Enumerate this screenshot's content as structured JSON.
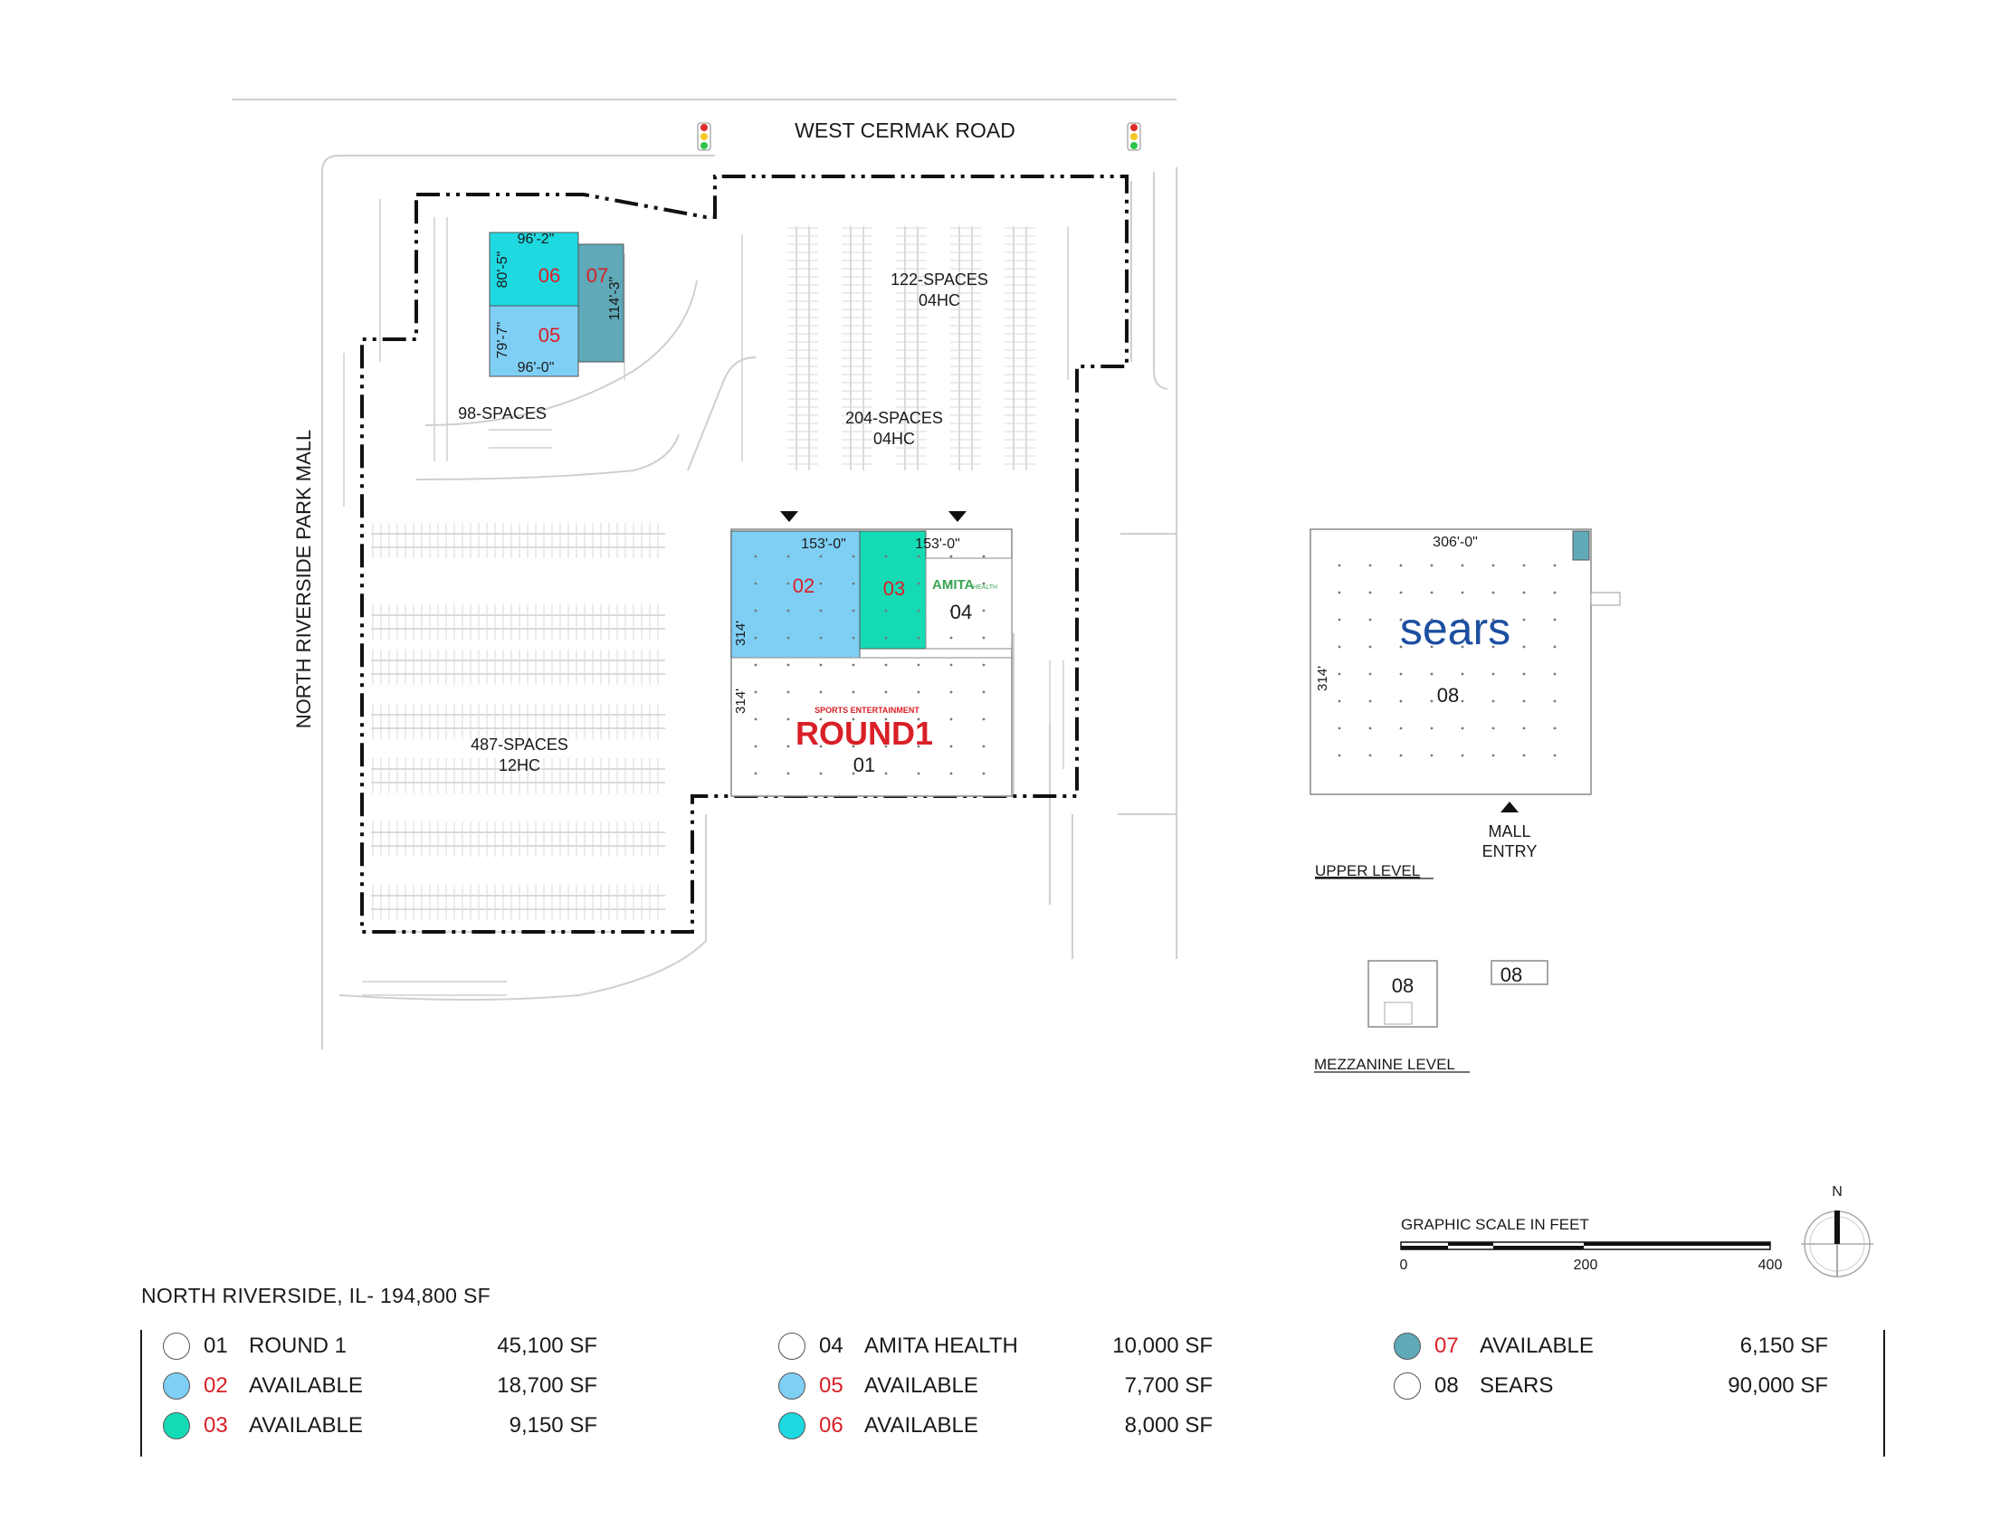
{
  "road": "WEST CERMAK ROAD",
  "mall_label": "NORTH RIVERSIDE PARK MALL",
  "parking": {
    "p98": "98-SPACES",
    "p122": "122-SPACES",
    "p122hc": "04HC",
    "p204": "204-SPACES",
    "p204hc": "04HC",
    "p487": "487-SPACES",
    "p487hc": "12HC"
  },
  "units": {
    "u01": "01",
    "u02": "02",
    "u03": "03",
    "u04": "04",
    "u05": "05",
    "u06": "06",
    "u07": "07",
    "u08": "08"
  },
  "dimensions": {
    "d_96_2": "96'-2\"",
    "d_80_5": "80'-5\"",
    "d_114_3": "114'-3\"",
    "d_79_7": "79'-7\"",
    "d_96_0": "96'-0\"",
    "d_153a": "153'-0\"",
    "d_153b": "153'-0\"",
    "d_314a": "314'",
    "d_314b": "314'",
    "d_306": "306'-0\"",
    "d_314c": "314'"
  },
  "brands": {
    "round1_small": "SPORTS ENTERTAINMENT",
    "round1": "ROUND1",
    "amita": "AMITA",
    "amita_sub": "HEALTH",
    "sears": "sears"
  },
  "labels": {
    "mall_entry_1": "MALL",
    "mall_entry_2": "ENTRY",
    "upper_level": "UPPER LEVEL",
    "mezzanine_level": "MEZZANINE LEVEL"
  },
  "scale": {
    "title": "GRAPHIC SCALE IN FEET",
    "t0": "0",
    "t200": "200",
    "t400": "400",
    "north": "N"
  },
  "legend": {
    "title": "NORTH RIVERSIDE, IL- 194,800 SF",
    "items": [
      {
        "num": "01",
        "name": "ROUND 1",
        "sf": "45,100 SF",
        "color": "#ffffff",
        "num_red": false
      },
      {
        "num": "02",
        "name": "AVAILABLE",
        "sf": "18,700 SF",
        "color": "#7fcff5",
        "num_red": true
      },
      {
        "num": "03",
        "name": "AVAILABLE",
        "sf": "9,150 SF",
        "color": "#15dbb5",
        "num_red": true
      },
      {
        "num": "04",
        "name": "AMITA HEALTH",
        "sf": "10,000 SF",
        "color": "#ffffff",
        "num_red": false
      },
      {
        "num": "05",
        "name": "AVAILABLE",
        "sf": "7,700 SF",
        "color": "#7fcff5",
        "num_red": true
      },
      {
        "num": "06",
        "name": "AVAILABLE",
        "sf": "8,000 SF",
        "color": "#1fd9e1",
        "num_red": true
      },
      {
        "num": "07",
        "name": "AVAILABLE",
        "sf": "6,150 SF",
        "color": "#5fa9b8",
        "num_red": true
      },
      {
        "num": "08",
        "name": "SEARS",
        "sf": "90,000 SF",
        "color": "#ffffff",
        "num_red": false
      }
    ]
  },
  "colors": {
    "blue": "#7fcff5",
    "teal": "#15dbb5",
    "cyan": "#1fd9e1",
    "slate": "#5fa9b8",
    "red": "#d92027",
    "sears_blue": "#1d4fa0",
    "amita_green": "#3aa655"
  }
}
